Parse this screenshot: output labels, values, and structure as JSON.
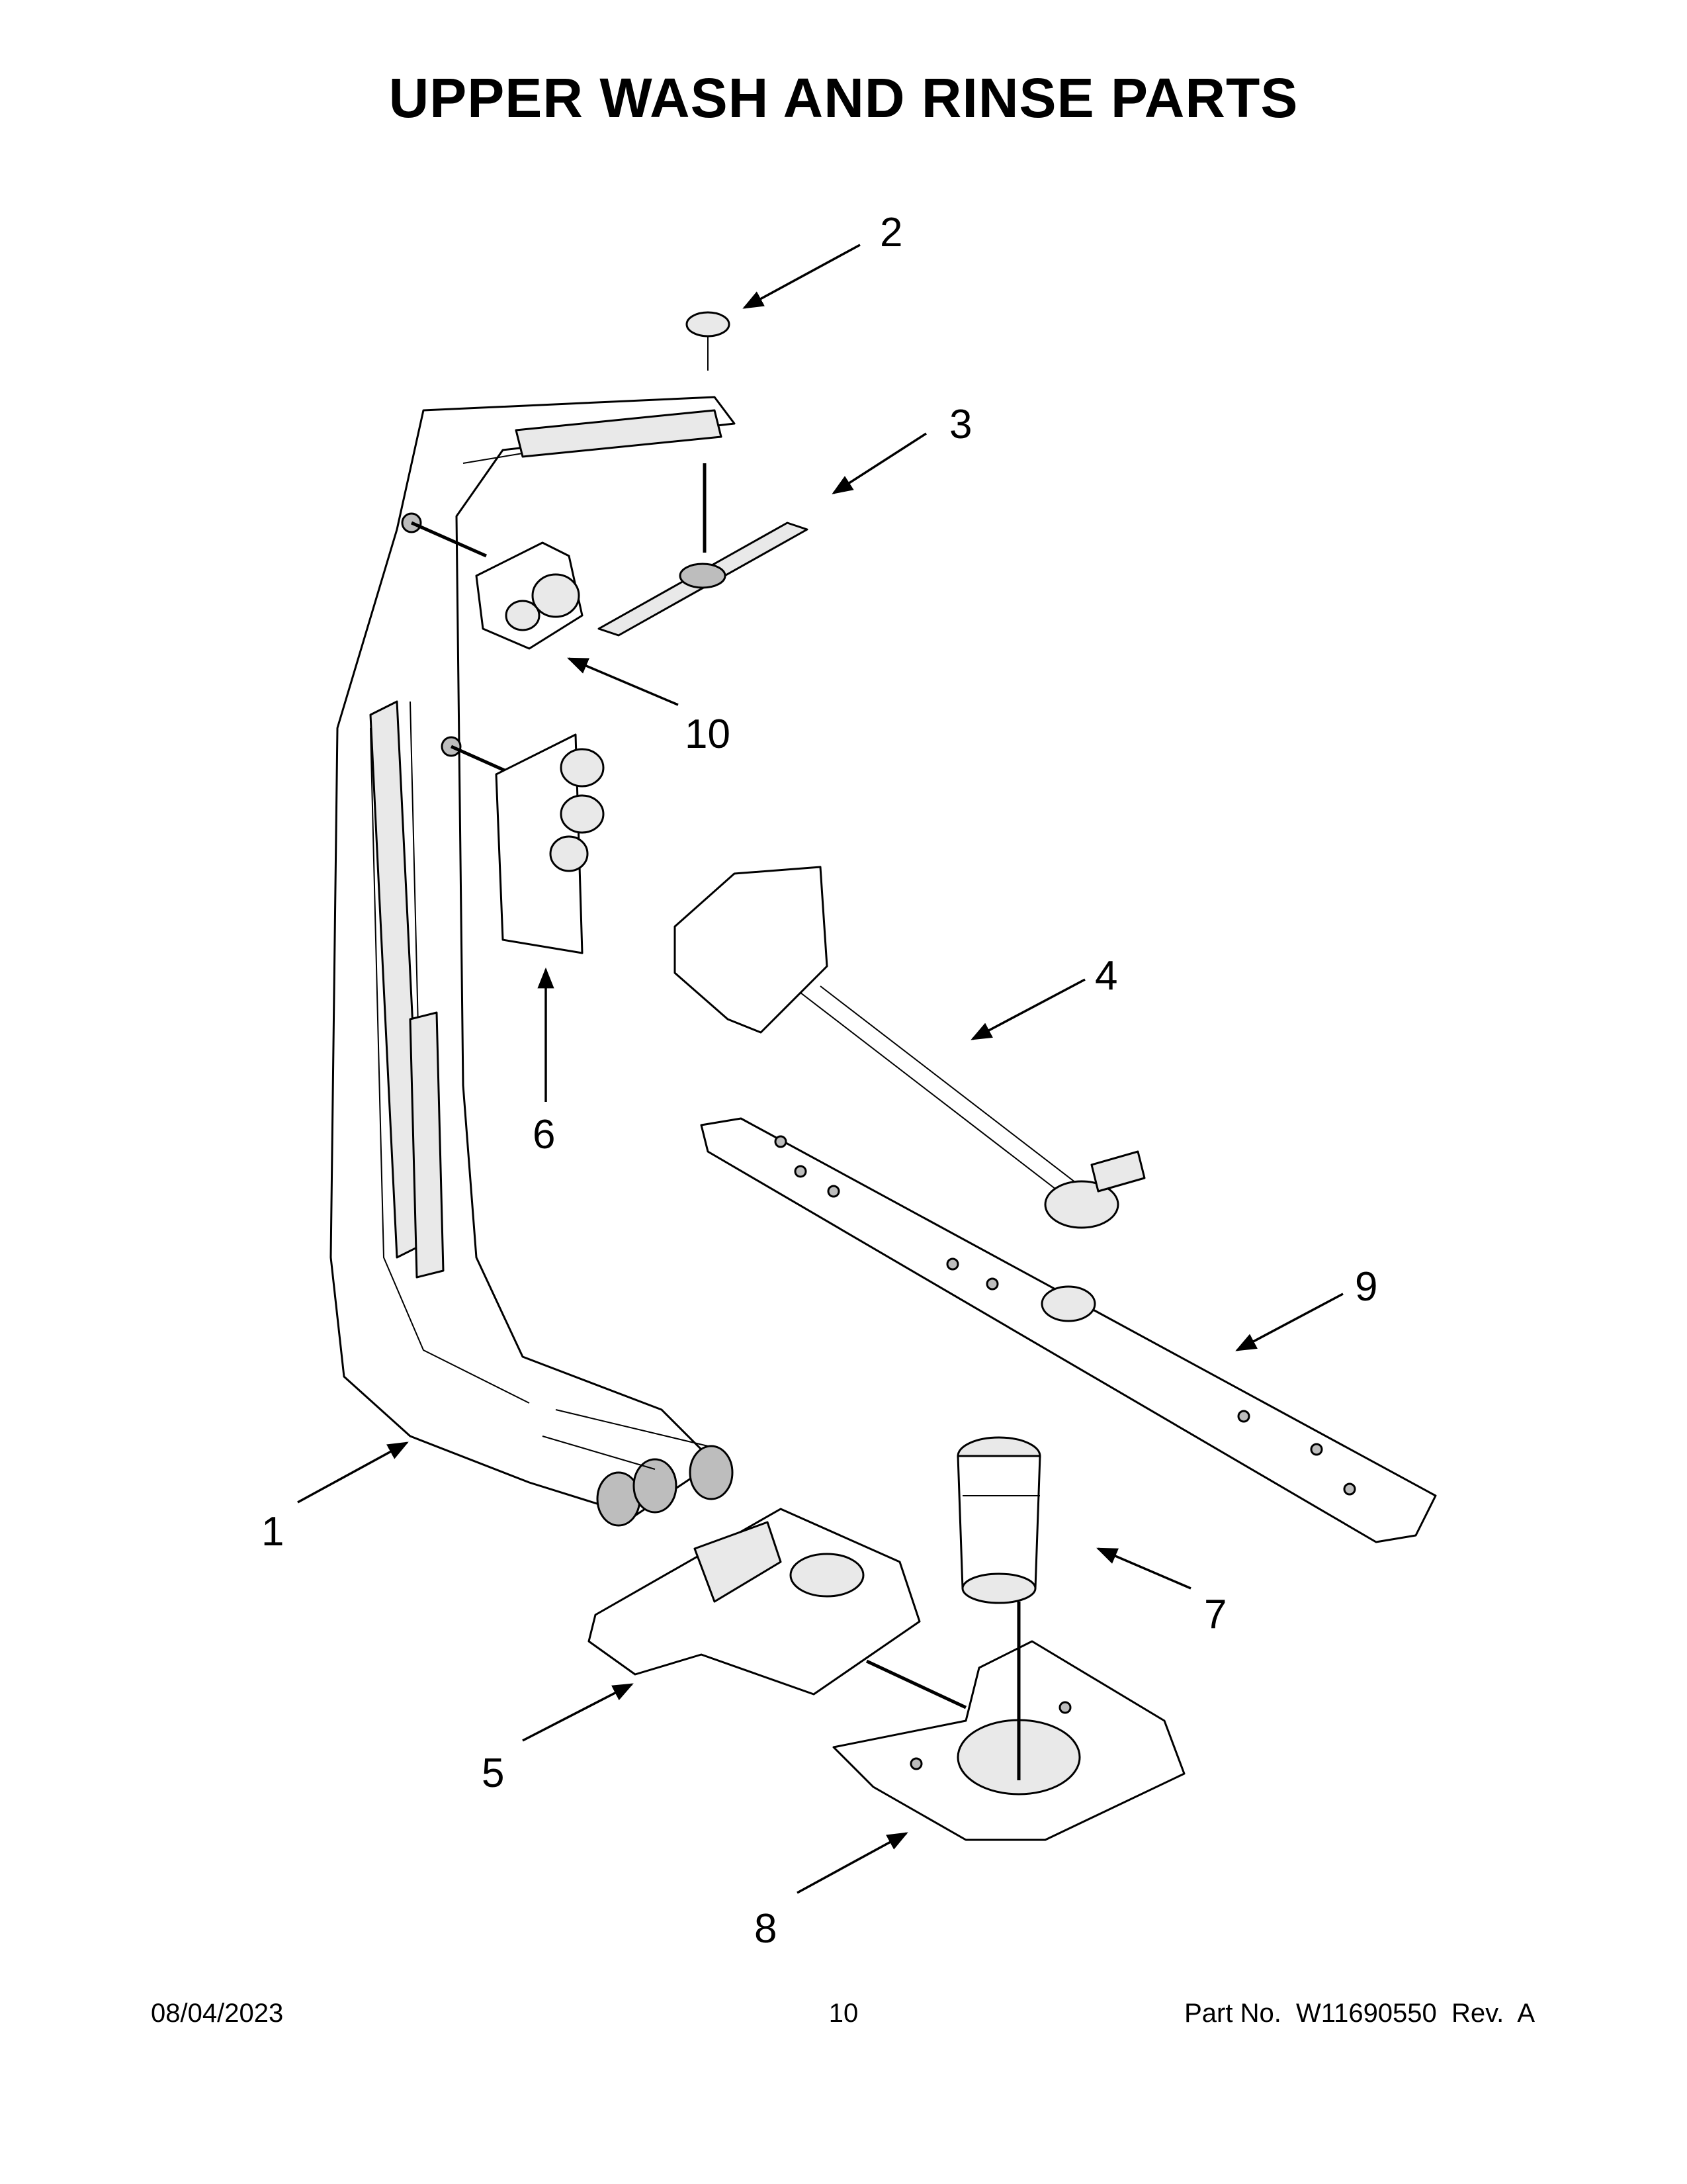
{
  "title": "UPPER WASH AND RINSE PARTS",
  "callouts": {
    "c1": "1",
    "c2": "2",
    "c3": "3",
    "c4": "4",
    "c5": "5",
    "c6": "6",
    "c7": "7",
    "c8": "8",
    "c9": "9",
    "c10": "10"
  },
  "footer": {
    "date": "08/04/2023",
    "page": "10",
    "part": "Part No.  W11690550  Rev.  A"
  }
}
